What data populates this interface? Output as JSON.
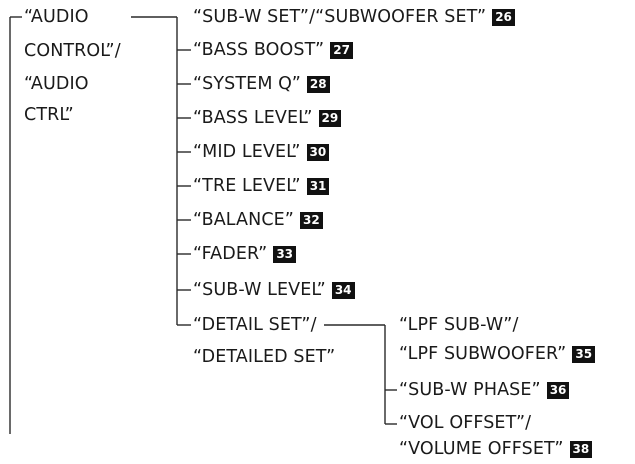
{
  "root": {
    "lines": [
      "“AUDIO",
      "CONTROL”/",
      "“AUDIO",
      "CTRL”"
    ]
  },
  "items": [
    {
      "label": "“SUB-W SET”/“SUBWOOFER SET”",
      "badge": "26"
    },
    {
      "label": "“BASS BOOST”",
      "badge": "27"
    },
    {
      "label": "“SYSTEM Q”",
      "badge": "28"
    },
    {
      "label": "“BASS LEVEL”",
      "badge": "29"
    },
    {
      "label": "“MID LEVEL”",
      "badge": "30"
    },
    {
      "label": "“TRE LEVEL”",
      "badge": "31"
    },
    {
      "label": "“BALANCE”",
      "badge": "32"
    },
    {
      "label": "“FADER”",
      "badge": "33"
    },
    {
      "label": "“SUB-W LEVEL”",
      "badge": "34"
    },
    {
      "label": "“DETAIL SET”/",
      "label2": "“DETAILED SET”"
    }
  ],
  "detail_items": [
    {
      "label": "“LPF SUB-W”/",
      "label2": "“LPF SUBWOOFER”",
      "badge": "35"
    },
    {
      "label": "“SUB-W PHASE”",
      "badge": "36"
    },
    {
      "label": "“VOL OFFSET”/",
      "label2": "“VOLUME OFFSET”",
      "badge": "38"
    }
  ]
}
